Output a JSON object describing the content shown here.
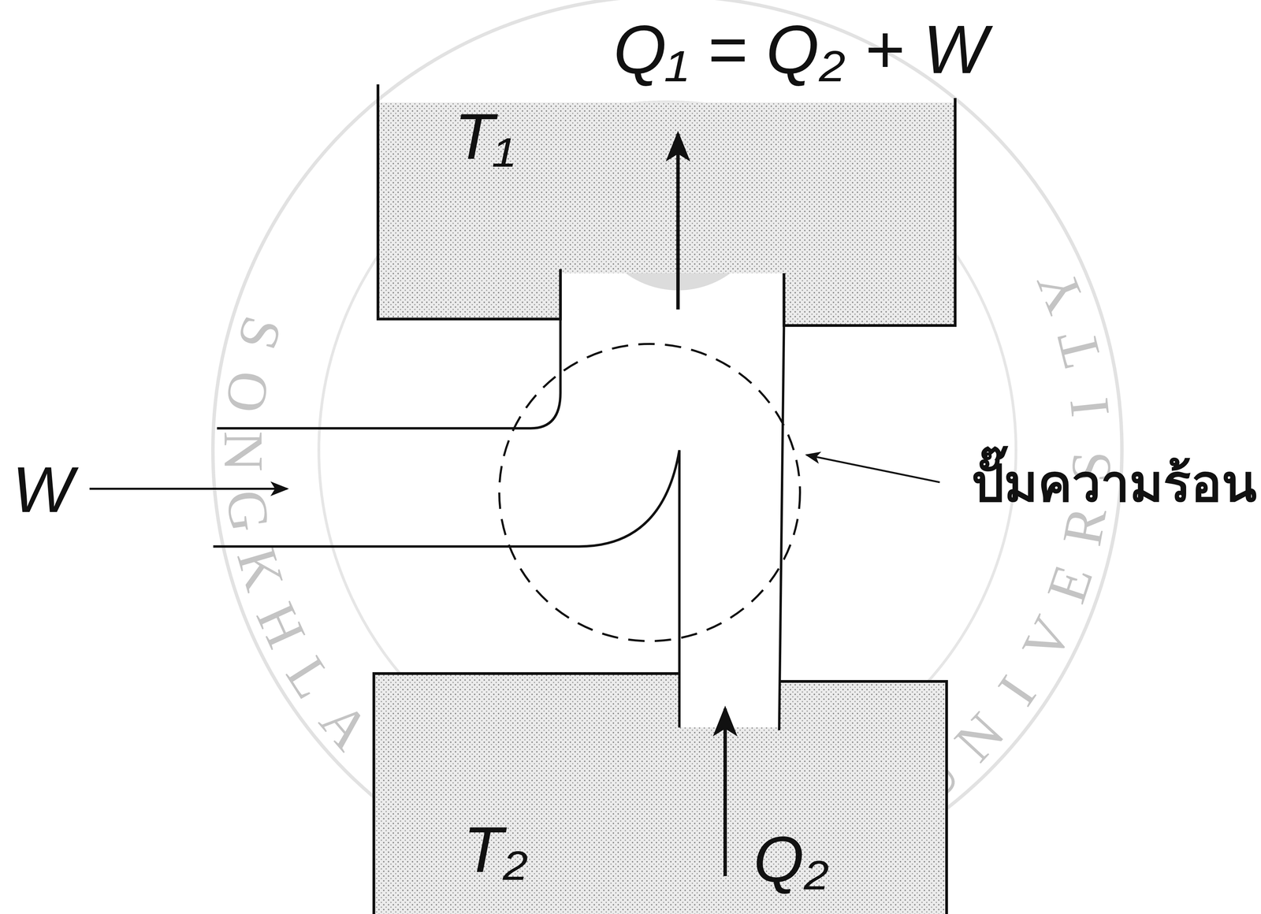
{
  "diagram": {
    "nodes": [
      {
        "text": [
          "T₁"
        ]
      },
      {
        "text": [
          "T₂"
        ]
      }
    ],
    "labels": [
      "Q₁ = Q₂ + W",
      "W",
      "Q₂",
      "ปั๊มความร้อน",
      "SONGKHLA RAJABHAT UNIVERSITY"
    ]
  }
}
